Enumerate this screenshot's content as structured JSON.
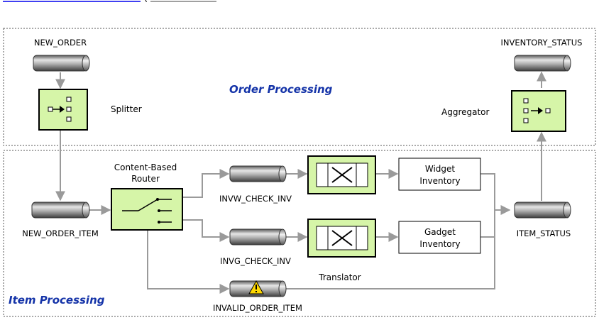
{
  "header": {
    "link_text": "",
    "paren_text": "("
  },
  "sections": {
    "order_processing": "Order Processing",
    "item_processing": "Item Processing"
  },
  "channels": {
    "new_order": "NEW_ORDER",
    "inventory_status": "INVENTORY_STATUS",
    "new_order_item": "NEW_ORDER_ITEM",
    "invw_check_inv": "INVW_CHECK_INV",
    "invg_check_inv": "INVG_CHECK_INV",
    "invalid_order_item": "INVALID_ORDER_ITEM",
    "item_status": "ITEM_STATUS"
  },
  "components": {
    "splitter": "Splitter",
    "aggregator": "Aggregator",
    "router_line1": "Content-Based",
    "router_line2": "Router",
    "translator": "Translator",
    "widget_line1": "Widget",
    "widget_line2": "Inventory",
    "gadget_line1": "Gadget",
    "gadget_line2": "Inventory"
  },
  "colors": {
    "component_fill": "#d6f5a8",
    "title_blue": "#1433a8",
    "warning_yellow": "#ffd800"
  },
  "icons": {
    "splitter": "splitter-icon",
    "aggregator": "aggregator-icon",
    "router": "switch-icon",
    "translator": "translator-icon",
    "warning": "warning-icon"
  }
}
